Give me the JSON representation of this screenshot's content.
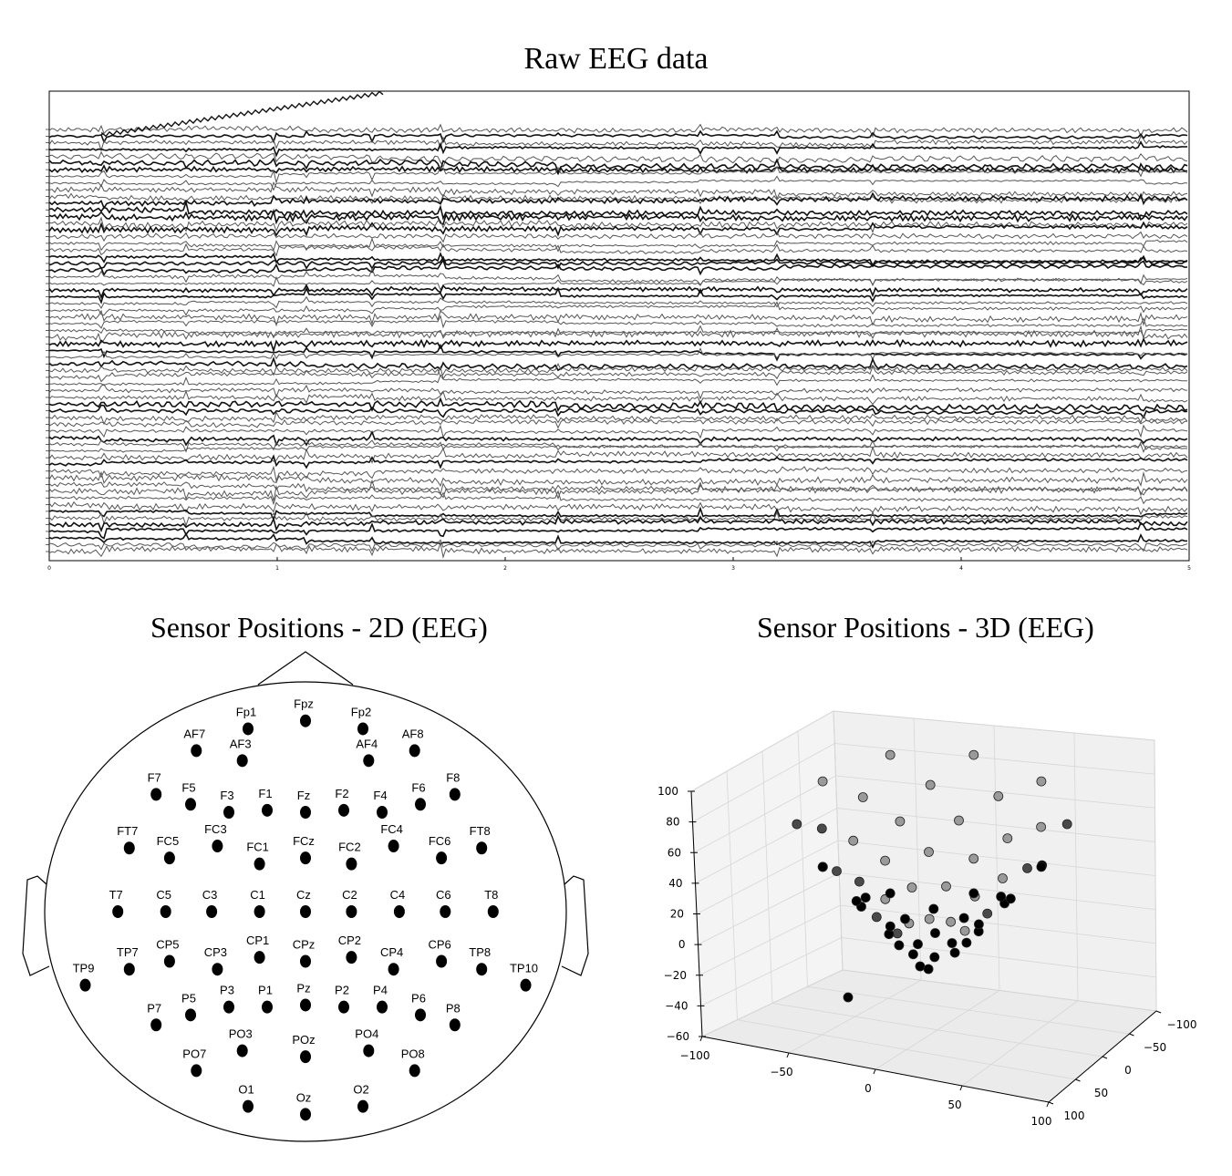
{
  "chart_data": [
    {
      "type": "line",
      "title": "Raw EEG data",
      "xlim": [
        0,
        5
      ],
      "x_ticks": [
        "0",
        "1",
        "2",
        "3",
        "4",
        "5"
      ],
      "n_channels": 64,
      "grid": false
    },
    {
      "type": "scatter",
      "title": "Sensor Positions - 2D (EEG)",
      "points": [
        {
          "label": "Fp1",
          "x": -0.3,
          "y": 0.92
        },
        {
          "label": "Fpz",
          "x": 0.0,
          "y": 0.96
        },
        {
          "label": "Fp2",
          "x": 0.3,
          "y": 0.92
        },
        {
          "label": "AF7",
          "x": -0.57,
          "y": 0.81
        },
        {
          "label": "AF3",
          "x": -0.33,
          "y": 0.76
        },
        {
          "label": "AF4",
          "x": 0.33,
          "y": 0.76
        },
        {
          "label": "AF8",
          "x": 0.57,
          "y": 0.81
        },
        {
          "label": "F7",
          "x": -0.78,
          "y": 0.59
        },
        {
          "label": "F5",
          "x": -0.6,
          "y": 0.54
        },
        {
          "label": "F3",
          "x": -0.4,
          "y": 0.5
        },
        {
          "label": "F1",
          "x": -0.2,
          "y": 0.51
        },
        {
          "label": "Fz",
          "x": 0.0,
          "y": 0.5
        },
        {
          "label": "F2",
          "x": 0.2,
          "y": 0.51
        },
        {
          "label": "F4",
          "x": 0.4,
          "y": 0.5
        },
        {
          "label": "F6",
          "x": 0.6,
          "y": 0.54
        },
        {
          "label": "F8",
          "x": 0.78,
          "y": 0.59
        },
        {
          "label": "FT7",
          "x": -0.92,
          "y": 0.32
        },
        {
          "label": "FC5",
          "x": -0.71,
          "y": 0.27
        },
        {
          "label": "FC3",
          "x": -0.46,
          "y": 0.33
        },
        {
          "label": "FC1",
          "x": -0.24,
          "y": 0.24
        },
        {
          "label": "FCz",
          "x": 0.0,
          "y": 0.27
        },
        {
          "label": "FC2",
          "x": 0.24,
          "y": 0.24
        },
        {
          "label": "FC4",
          "x": 0.46,
          "y": 0.33
        },
        {
          "label": "FC6",
          "x": 0.71,
          "y": 0.27
        },
        {
          "label": "FT8",
          "x": 0.92,
          "y": 0.32
        },
        {
          "label": "T7",
          "x": -0.98,
          "y": 0.0
        },
        {
          "label": "C5",
          "x": -0.73,
          "y": 0.0
        },
        {
          "label": "C3",
          "x": -0.49,
          "y": 0.0
        },
        {
          "label": "C1",
          "x": -0.24,
          "y": 0.0
        },
        {
          "label": "Cz",
          "x": 0.0,
          "y": 0.0
        },
        {
          "label": "C2",
          "x": 0.24,
          "y": 0.0
        },
        {
          "label": "C4",
          "x": 0.49,
          "y": 0.0
        },
        {
          "label": "C6",
          "x": 0.73,
          "y": 0.0
        },
        {
          "label": "T8",
          "x": 0.98,
          "y": 0.0
        },
        {
          "label": "TP9",
          "x": -1.15,
          "y": -0.37
        },
        {
          "label": "TP7",
          "x": -0.92,
          "y": -0.29
        },
        {
          "label": "CP5",
          "x": -0.71,
          "y": -0.25
        },
        {
          "label": "CP3",
          "x": -0.46,
          "y": -0.29
        },
        {
          "label": "CP1",
          "x": -0.24,
          "y": -0.23
        },
        {
          "label": "CPz",
          "x": 0.0,
          "y": -0.25
        },
        {
          "label": "CP2",
          "x": 0.24,
          "y": -0.23
        },
        {
          "label": "CP4",
          "x": 0.46,
          "y": -0.29
        },
        {
          "label": "CP6",
          "x": 0.71,
          "y": -0.25
        },
        {
          "label": "TP8",
          "x": 0.92,
          "y": -0.29
        },
        {
          "label": "TP10",
          "x": 1.15,
          "y": -0.37
        },
        {
          "label": "P7",
          "x": -0.78,
          "y": -0.57
        },
        {
          "label": "P5",
          "x": -0.6,
          "y": -0.52
        },
        {
          "label": "P3",
          "x": -0.4,
          "y": -0.48
        },
        {
          "label": "P1",
          "x": -0.2,
          "y": -0.48
        },
        {
          "label": "Pz",
          "x": 0.0,
          "y": -0.47
        },
        {
          "label": "P2",
          "x": 0.2,
          "y": -0.48
        },
        {
          "label": "P4",
          "x": 0.4,
          "y": -0.48
        },
        {
          "label": "P6",
          "x": 0.6,
          "y": -0.52
        },
        {
          "label": "P8",
          "x": 0.78,
          "y": -0.57
        },
        {
          "label": "PO7",
          "x": -0.57,
          "y": -0.8
        },
        {
          "label": "PO3",
          "x": -0.33,
          "y": -0.7
        },
        {
          "label": "POz",
          "x": 0.0,
          "y": -0.73
        },
        {
          "label": "PO4",
          "x": 0.33,
          "y": -0.7
        },
        {
          "label": "PO8",
          "x": 0.57,
          "y": -0.8
        },
        {
          "label": "O1",
          "x": -0.3,
          "y": -0.98
        },
        {
          "label": "Oz",
          "x": 0.0,
          "y": -1.02
        },
        {
          "label": "O2",
          "x": 0.3,
          "y": -0.98
        }
      ]
    },
    {
      "type": "scatter",
      "title": "Sensor Positions - 3D (EEG)",
      "z_ticks": [
        "100",
        "80",
        "60",
        "40",
        "20",
        "0",
        "−20",
        "−40",
        "−60"
      ],
      "x_ticks": [
        "−100",
        "−50",
        "0",
        "50",
        "100"
      ],
      "y_ticks": [
        "−100",
        "−50",
        "0",
        "50",
        "100"
      ],
      "zlim": [
        -60,
        100
      ],
      "xlim": [
        -100,
        100
      ],
      "ylim": [
        -100,
        100
      ],
      "grid": true
    }
  ]
}
